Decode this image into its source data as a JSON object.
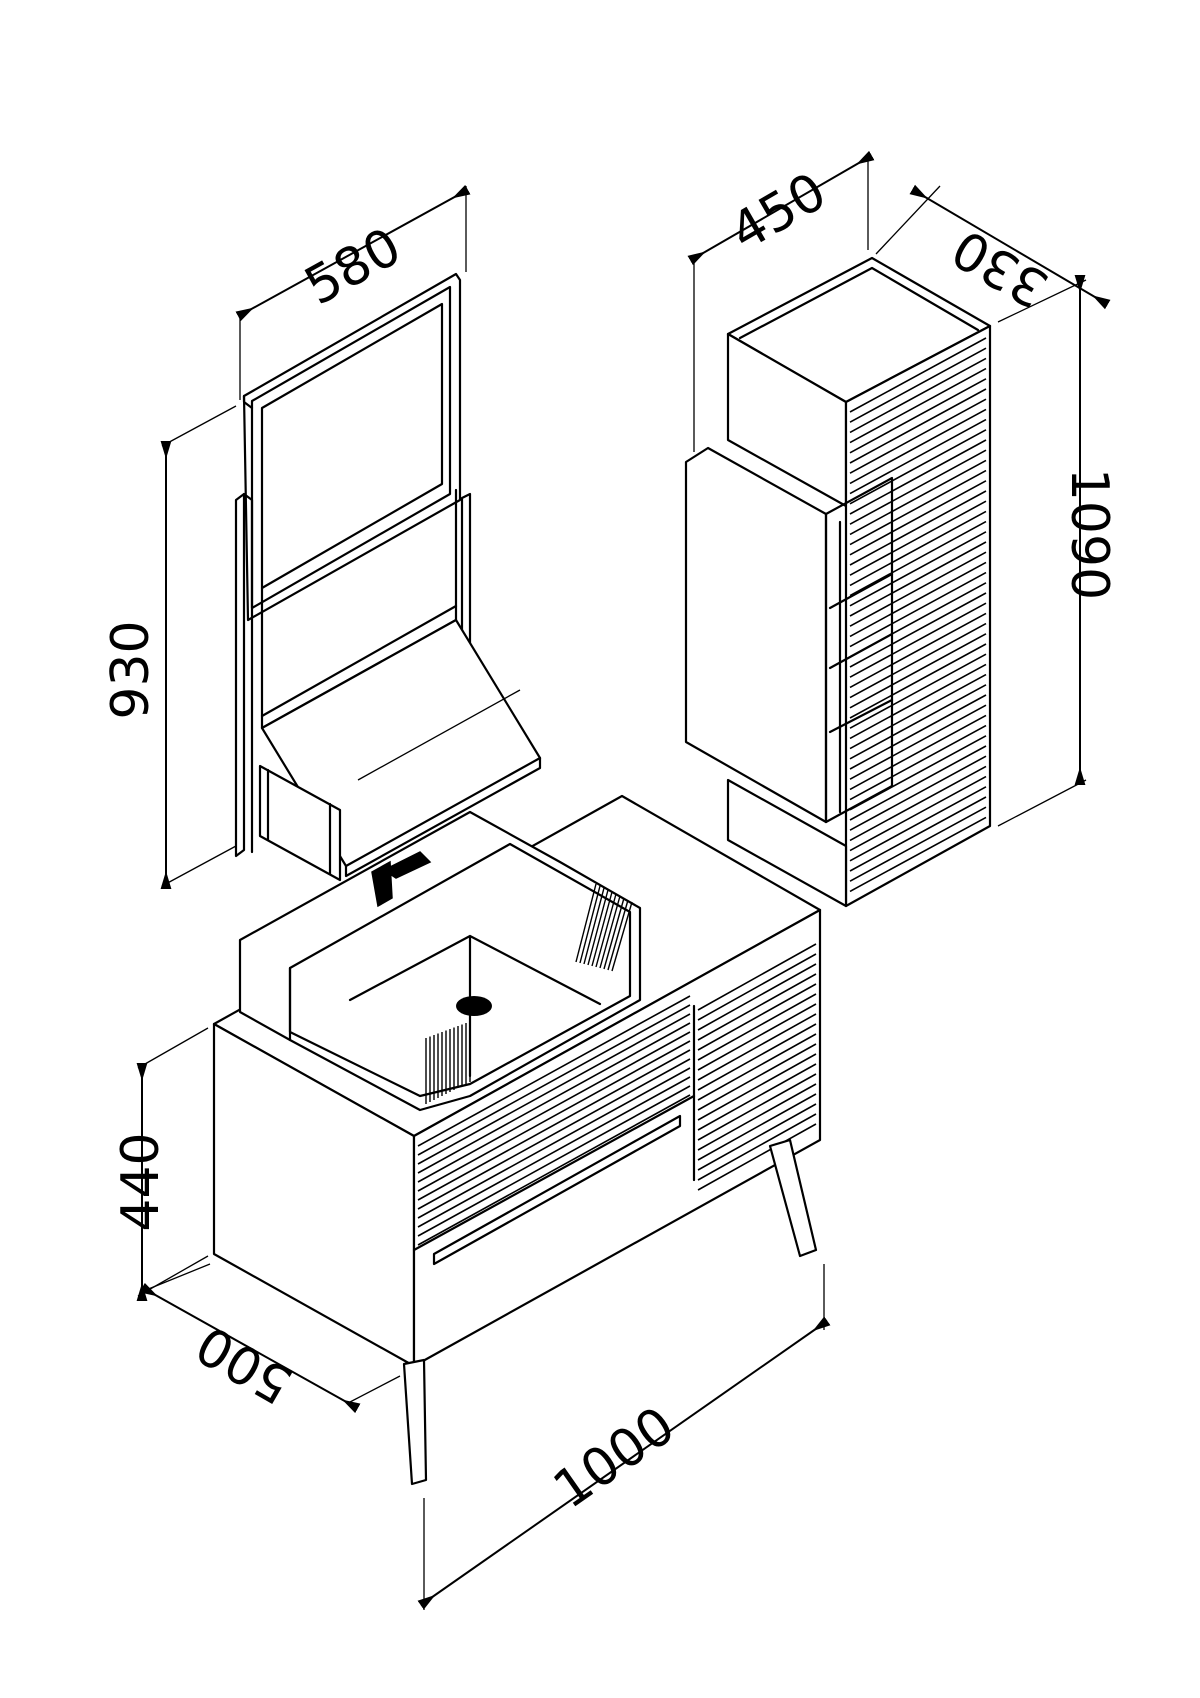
{
  "dimensions": {
    "mirror_width": "580",
    "mirror_height": "930",
    "tall_cabinet_width": "450",
    "tall_cabinet_depth": "330",
    "tall_cabinet_height": "1090",
    "vanity_height": "440",
    "vanity_depth": "500",
    "vanity_width": "1000"
  },
  "colors": {
    "line": "#000000",
    "background": "#ffffff"
  }
}
